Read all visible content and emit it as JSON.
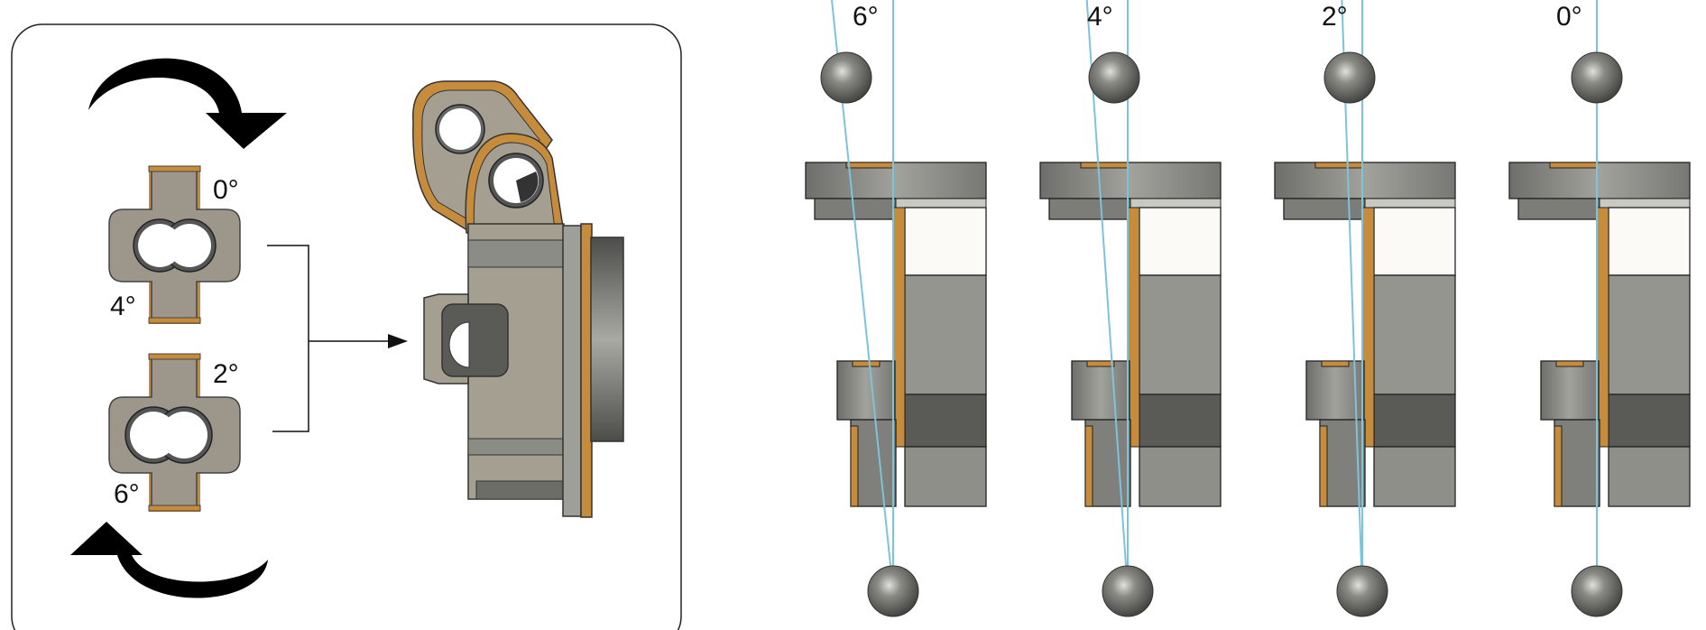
{
  "left_panel": {
    "insert_labels": {
      "top_right": "0°",
      "top_left": "4°",
      "bottom_right": "2°",
      "bottom_left": "6°"
    }
  },
  "right_panel": {
    "views": [
      {
        "label": "6°"
      },
      {
        "label": "4°"
      },
      {
        "label": "2°"
      },
      {
        "label": "0°"
      }
    ]
  },
  "colors": {
    "bronze": "#c68c3c",
    "part_grey": "#9d978b",
    "dark_grey": "#5a5a56",
    "light_grey": "#c9c9c4",
    "laser_line": "#7cc4dc",
    "ball": "#6f6f6b"
  }
}
